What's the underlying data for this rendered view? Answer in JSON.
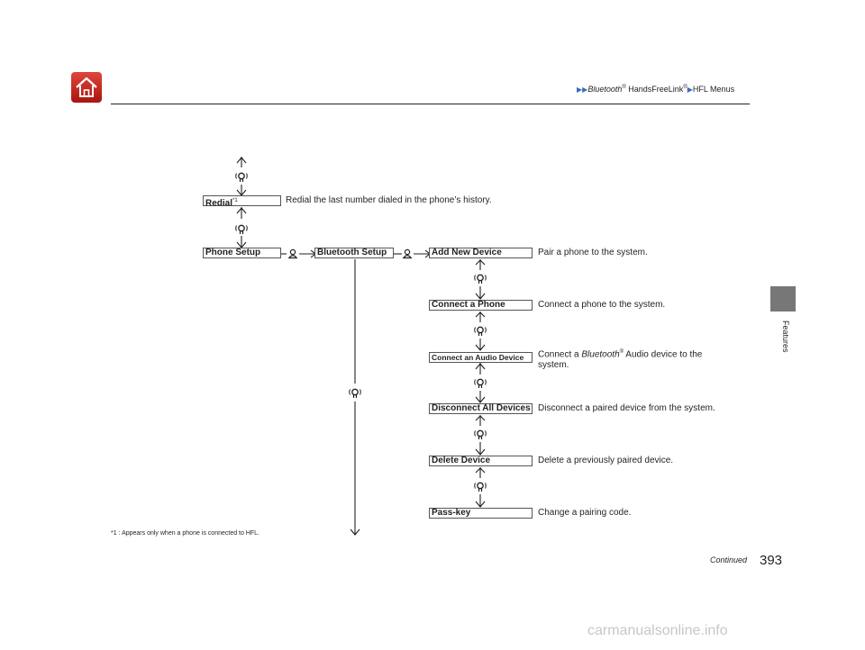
{
  "header": {
    "breadcrumb_1": "Bluetooth",
    "breadcrumb_sup_1": "®",
    "breadcrumb_2": " HandsFreeLink",
    "breadcrumb_sup_2": "®",
    "breadcrumb_3": "HFL Menus"
  },
  "side_tab": {
    "label": "Features"
  },
  "menu": {
    "redial": {
      "label": "Redial",
      "note": "*1",
      "desc": "Redial the last number dialed in the phone’s history."
    },
    "phone_setup": {
      "label": "Phone Setup"
    },
    "bluetooth_setup": {
      "label": "Bluetooth Setup"
    },
    "add_new_device": {
      "label": "Add New Device",
      "desc": "Pair a phone to the system."
    },
    "connect_phone": {
      "label": "Connect a Phone",
      "desc": "Connect a phone to the system."
    },
    "connect_audio": {
      "label": "Connect an Audio Device",
      "desc_1": "Connect a ",
      "desc_em": "Bluetooth",
      "desc_sup": "®",
      "desc_2": " Audio device to the",
      "desc_3": "system."
    },
    "disconnect_all": {
      "label": "Disconnect All Devices",
      "desc": "Disconnect a paired device from the system."
    },
    "delete_device": {
      "label": "Delete Device",
      "desc": "Delete a previously paired device."
    },
    "pass_key": {
      "label": "Pass-key",
      "desc": "Change a pairing code."
    }
  },
  "footnote": "*1 : Appears only when a phone is connected to HFL.",
  "footer": {
    "continued": "Continued",
    "page_number": "393"
  },
  "watermark": "carmanualsonline.info"
}
